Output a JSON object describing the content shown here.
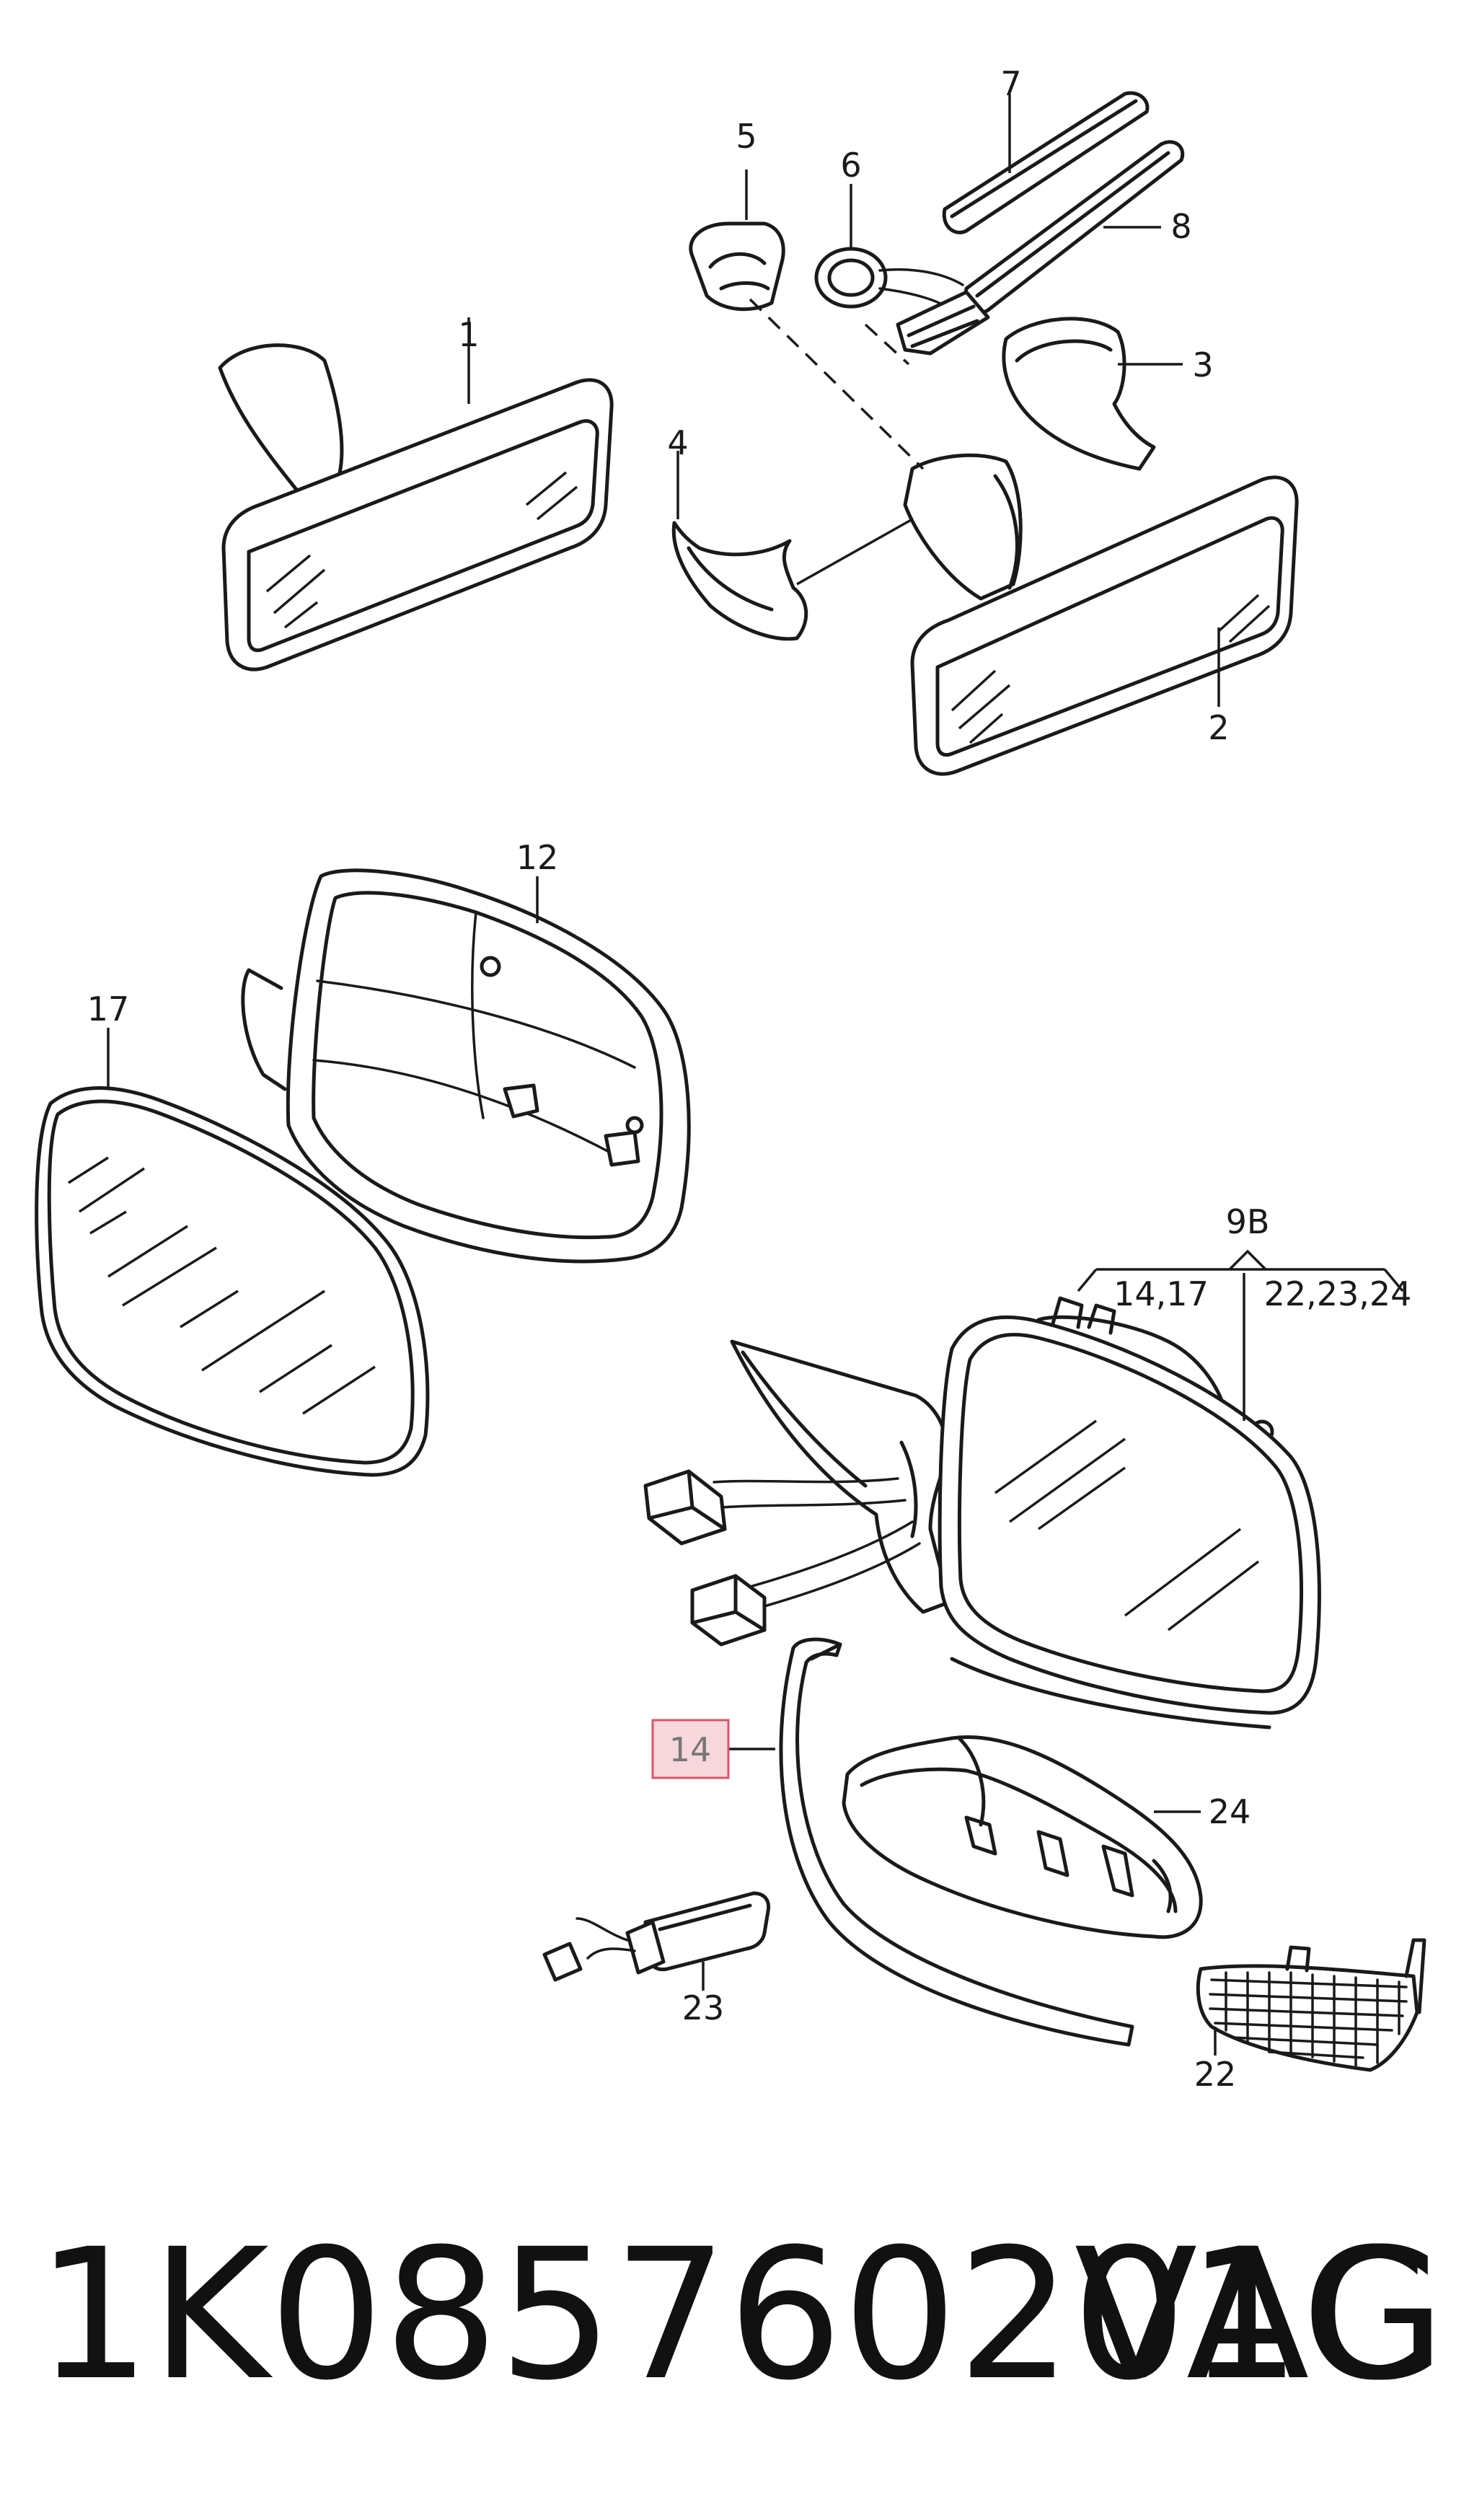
{
  "callouts": {
    "c1": "1",
    "c2": "2",
    "c3": "3",
    "c4": "4",
    "c5": "5",
    "c6": "6",
    "c7": "7",
    "c8": "8",
    "c12": "12",
    "c17": "17",
    "c9b": "9B",
    "c9b_left": "14,17",
    "c9b_right": "22,23,24",
    "c14": "14",
    "c24": "24",
    "c23": "23",
    "c22": "22"
  },
  "highlight": {
    "callout": "14",
    "fill": "#f7d7dc",
    "border": "#d9546a"
  },
  "footer": {
    "part_number": "1K085760201C",
    "brand": "VAG"
  }
}
